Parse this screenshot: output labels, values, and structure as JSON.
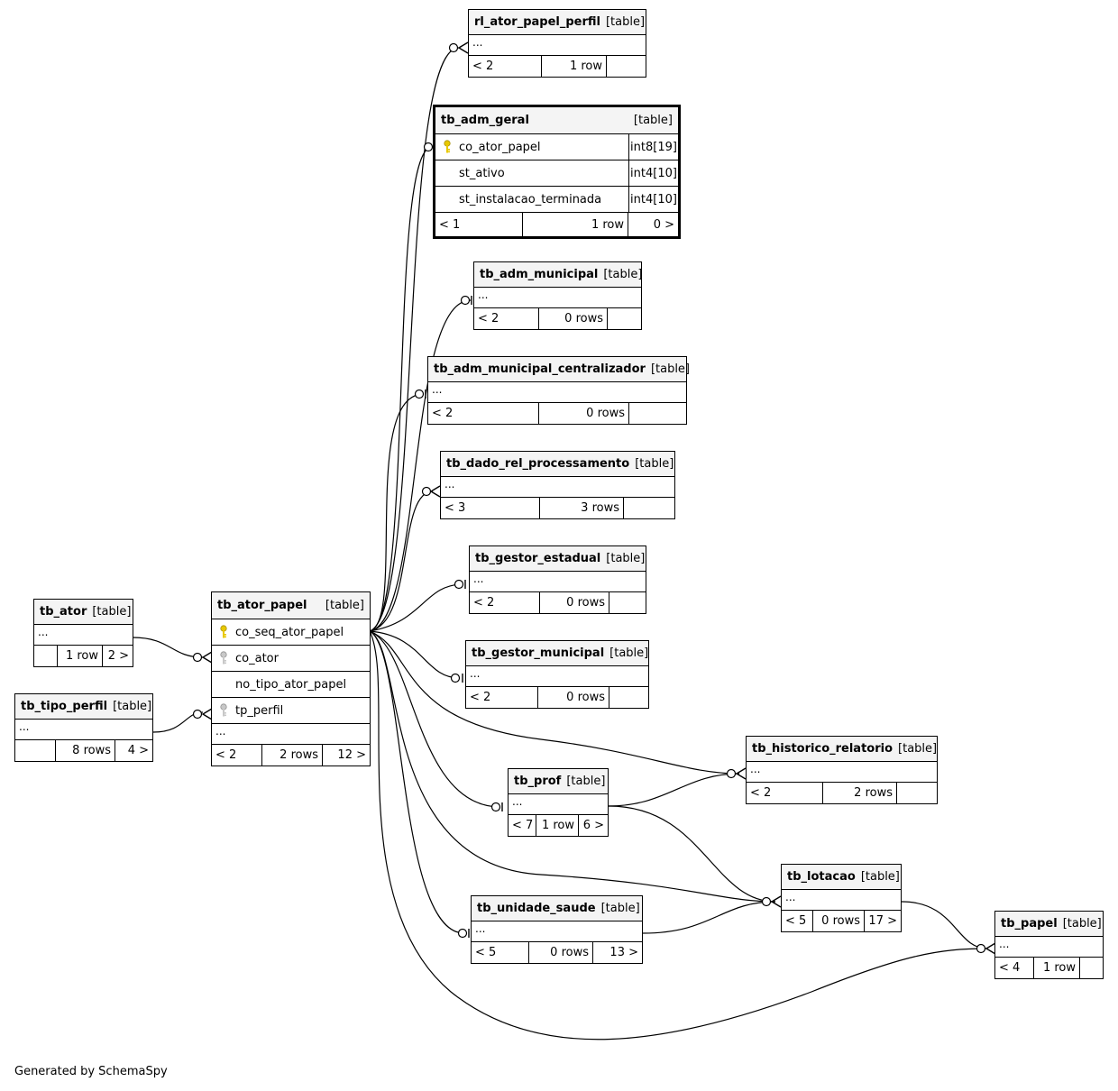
{
  "generated_by": "Generated by SchemaSpy",
  "kind_label": "[table]",
  "ellipsis": "...",
  "tables": {
    "rl_ator_papel_perfil": {
      "name": "rl_ator_papel_perfil",
      "parents": "< 2",
      "rows": "1 row",
      "children": ""
    },
    "tb_adm_geral": {
      "name": "tb_adm_geral",
      "parents": "< 1",
      "rows": "1 row",
      "children": "0 >",
      "columns": [
        {
          "name": "co_ator_papel",
          "type": "int8[19]",
          "icon": "primary-key-icon"
        },
        {
          "name": "st_ativo",
          "type": "int4[10]",
          "icon": ""
        },
        {
          "name": "st_instalacao_terminada",
          "type": "int4[10]",
          "icon": ""
        }
      ]
    },
    "tb_adm_municipal": {
      "name": "tb_adm_municipal",
      "parents": "< 2",
      "rows": "0 rows",
      "children": ""
    },
    "tb_adm_municipal_centralizador": {
      "name": "tb_adm_municipal_centralizador",
      "parents": "< 2",
      "rows": "0 rows",
      "children": ""
    },
    "tb_dado_rel_processamento": {
      "name": "tb_dado_rel_processamento",
      "parents": "< 3",
      "rows": "3 rows",
      "children": ""
    },
    "tb_gestor_estadual": {
      "name": "tb_gestor_estadual",
      "parents": "< 2",
      "rows": "0 rows",
      "children": ""
    },
    "tb_gestor_municipal": {
      "name": "tb_gestor_municipal",
      "parents": "< 2",
      "rows": "0 rows",
      "children": ""
    },
    "tb_ator": {
      "name": "tb_ator",
      "parents": "",
      "rows": "1 row",
      "children": "2 >"
    },
    "tb_tipo_perfil": {
      "name": "tb_tipo_perfil",
      "parents": "",
      "rows": "8 rows",
      "children": "4 >"
    },
    "tb_ator_papel": {
      "name": "tb_ator_papel",
      "parents": "< 2",
      "rows": "2 rows",
      "children": "12 >",
      "columns": [
        {
          "name": "co_seq_ator_papel",
          "icon": "primary-key-icon"
        },
        {
          "name": "co_ator",
          "icon": "foreign-key-icon"
        },
        {
          "name": "no_tipo_ator_papel",
          "icon": ""
        },
        {
          "name": "tp_perfil",
          "icon": "foreign-key-icon"
        }
      ]
    },
    "tb_historico_relatorio": {
      "name": "tb_historico_relatorio",
      "parents": "< 2",
      "rows": "2 rows",
      "children": ""
    },
    "tb_prof": {
      "name": "tb_prof",
      "parents": "< 7",
      "rows": "1 row",
      "children": "6 >"
    },
    "tb_lotacao": {
      "name": "tb_lotacao",
      "parents": "< 5",
      "rows": "0 rows",
      "children": "17 >"
    },
    "tb_unidade_saude": {
      "name": "tb_unidade_saude",
      "parents": "< 5",
      "rows": "0 rows",
      "children": "13 >"
    },
    "tb_papel": {
      "name": "tb_papel",
      "parents": "< 4",
      "rows": "1 row",
      "children": ""
    }
  }
}
